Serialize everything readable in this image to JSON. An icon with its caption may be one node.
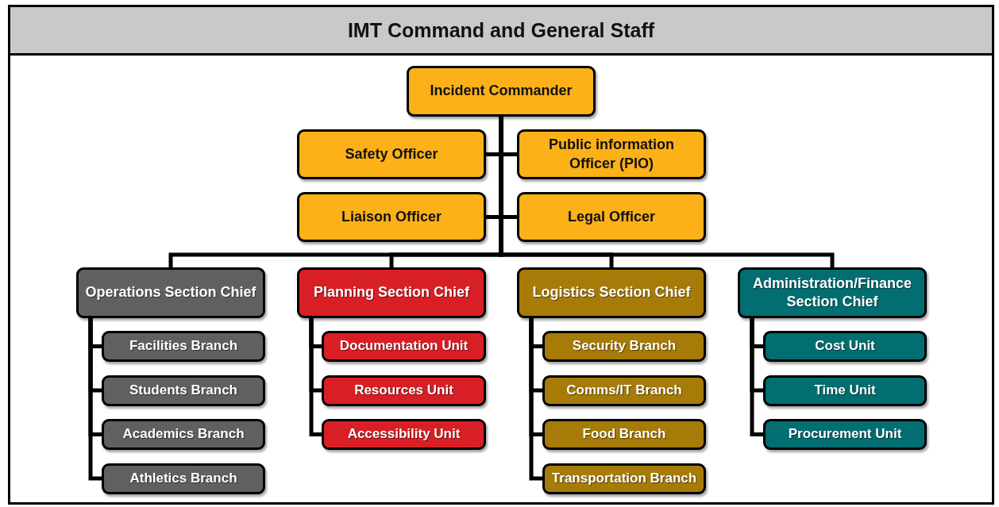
{
  "diagram": {
    "title": "IMT Command and General Staff",
    "nodes": [
      {
        "text": [
          "Incident Commander"
        ]
      },
      {
        "text": [
          "Safety Officer"
        ]
      },
      {
        "text": [
          "Public information Officer (PIO)"
        ]
      },
      {
        "text": [
          "Liaison Officer"
        ]
      },
      {
        "text": [
          "Legal Officer"
        ]
      },
      {
        "text": [
          "Operations Section Chief"
        ]
      },
      {
        "text": [
          "Facilities Branch"
        ]
      },
      {
        "text": [
          "Students Branch"
        ]
      },
      {
        "text": [
          "Academics Branch"
        ]
      },
      {
        "text": [
          "Athletics Branch"
        ]
      },
      {
        "text": [
          "Planning Section Chief"
        ]
      },
      {
        "text": [
          "Documentation Unit"
        ]
      },
      {
        "text": [
          "Resources Unit"
        ]
      },
      {
        "text": [
          "Accessibility Unit"
        ]
      },
      {
        "text": [
          "Logistics Section Chief"
        ]
      },
      {
        "text": [
          "Security Branch"
        ]
      },
      {
        "text": [
          "Comms/IT Branch"
        ]
      },
      {
        "text": [
          "Food Branch"
        ]
      },
      {
        "text": [
          "Transportation Branch"
        ]
      },
      {
        "text": [
          "Administration/Finance Section Chief"
        ]
      },
      {
        "text": [
          "Cost Unit"
        ]
      },
      {
        "text": [
          "Time Unit"
        ]
      },
      {
        "text": [
          "Procurement Unit"
        ]
      }
    ],
    "edges": [
      {
        "from": 0,
        "to": 1,
        "arrow": "none"
      },
      {
        "from": 0,
        "to": 2,
        "arrow": "none"
      },
      {
        "from": 0,
        "to": 3,
        "arrow": "none"
      },
      {
        "from": 0,
        "to": 4,
        "arrow": "none"
      },
      {
        "from": 0,
        "to": 5,
        "arrow": "none"
      },
      {
        "from": 0,
        "to": 10,
        "arrow": "none"
      },
      {
        "from": 0,
        "to": 14,
        "arrow": "none"
      },
      {
        "from": 0,
        "to": 19,
        "arrow": "none"
      },
      {
        "from": 5,
        "to": 6,
        "arrow": "none"
      },
      {
        "from": 5,
        "to": 7,
        "arrow": "none"
      },
      {
        "from": 5,
        "to": 8,
        "arrow": "none"
      },
      {
        "from": 5,
        "to": 9,
        "arrow": "none"
      },
      {
        "from": 10,
        "to": 11,
        "arrow": "none"
      },
      {
        "from": 10,
        "to": 12,
        "arrow": "none"
      },
      {
        "from": 10,
        "to": 13,
        "arrow": "none"
      },
      {
        "from": 14,
        "to": 15,
        "arrow": "none"
      },
      {
        "from": 14,
        "to": 16,
        "arrow": "none"
      },
      {
        "from": 14,
        "to": 17,
        "arrow": "none"
      },
      {
        "from": 14,
        "to": 18,
        "arrow": "none"
      },
      {
        "from": 19,
        "to": 20,
        "arrow": "none"
      },
      {
        "from": 19,
        "to": 21,
        "arrow": "none"
      },
      {
        "from": 19,
        "to": 22,
        "arrow": "none"
      }
    ]
  }
}
